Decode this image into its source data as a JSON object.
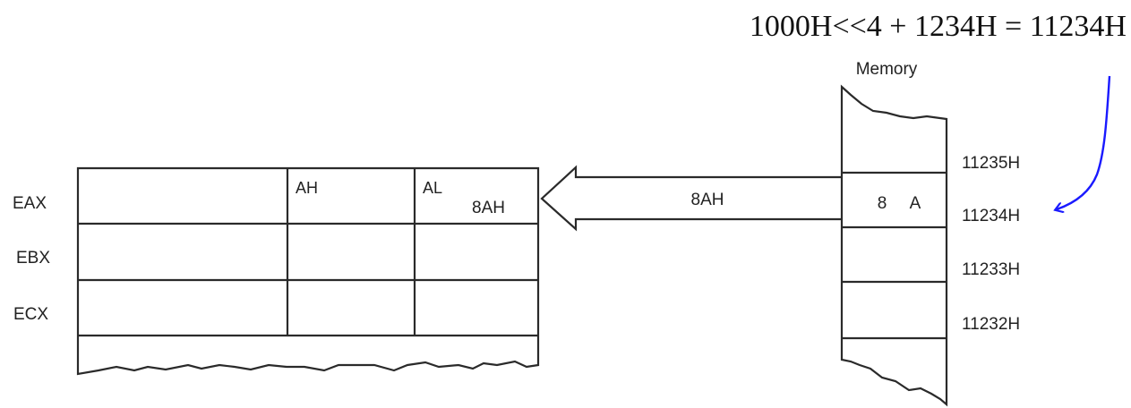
{
  "equation": "1000H<<4 + 1234H = 11234H",
  "memory": {
    "title": "Memory",
    "cells": [
      {
        "address": "11235H",
        "content": ""
      },
      {
        "address": "11234H",
        "content_high": "8",
        "content_low": "A",
        "highlighted": true
      },
      {
        "address": "11233H",
        "content": ""
      },
      {
        "address": "11232H",
        "content": ""
      }
    ]
  },
  "transfer": {
    "label": "8AH",
    "direction": "memory-to-register"
  },
  "registers": {
    "rows": [
      {
        "name": "EAX",
        "high_label": "AH",
        "low_label": "AL",
        "low_value": "8AH"
      },
      {
        "name": "EBX"
      },
      {
        "name": "ECX"
      }
    ]
  },
  "colors": {
    "annotation_arrow": "#1a1aff",
    "lines": "#2a2a2a"
  }
}
